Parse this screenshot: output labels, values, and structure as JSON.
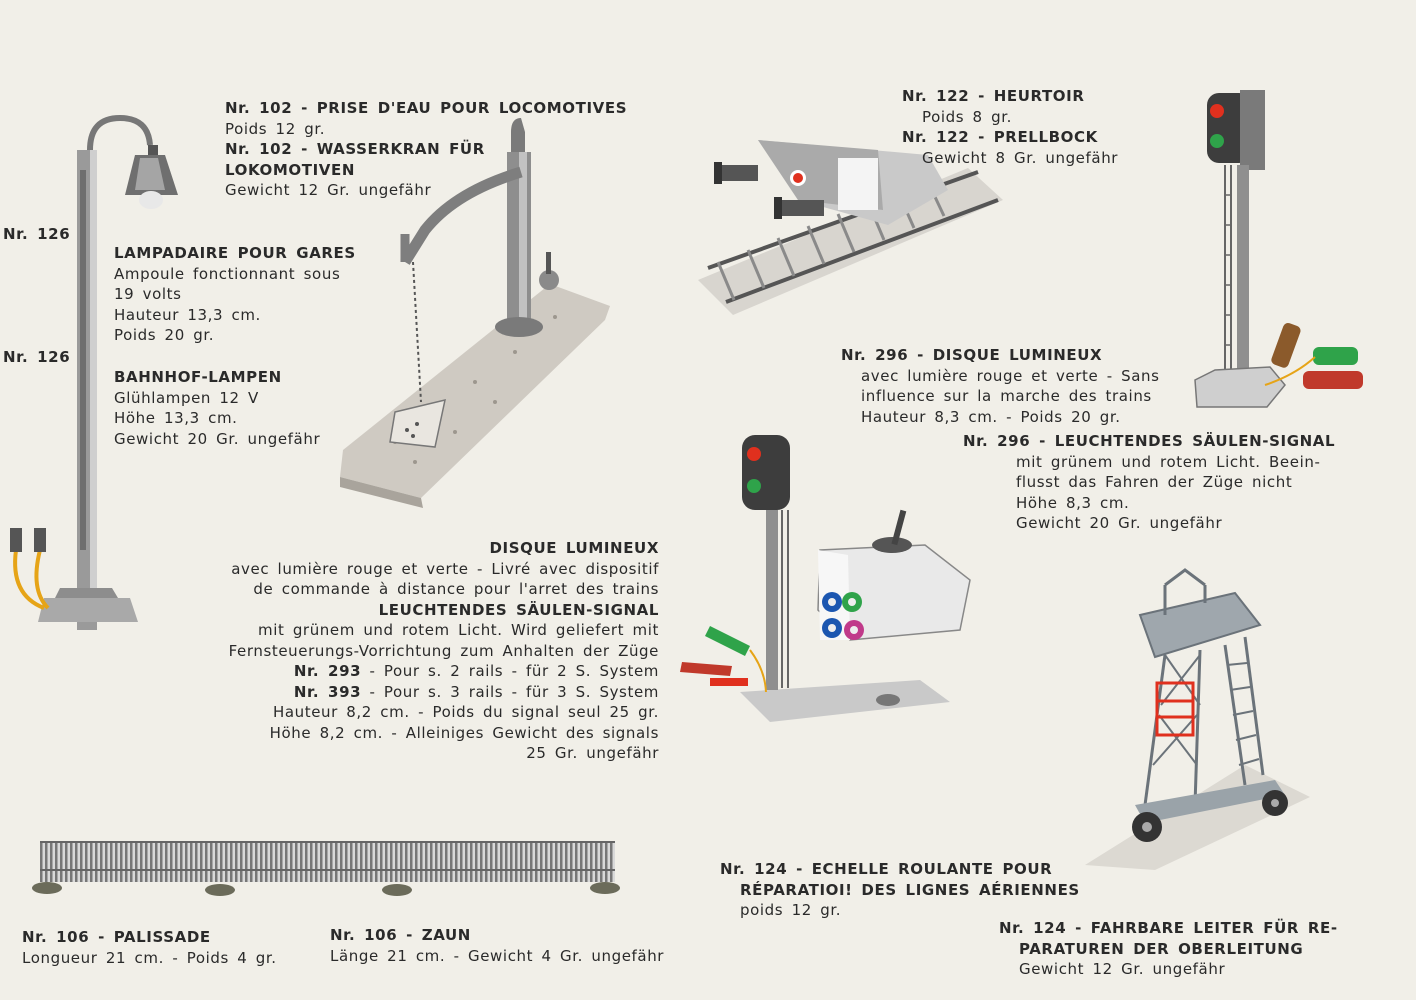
{
  "lamp": {
    "nr_a": "Nr. 126",
    "nr_b": "Nr. 126",
    "title_fr": "LAMPADAIRE POUR GARES",
    "fr_lines": [
      "Ampoule fonctionnant sous",
      "19 volts",
      "Hauteur 13,3 cm.",
      "Poids 20 gr."
    ],
    "title_de": "BAHNHOF-LAMPEN",
    "de_lines": [
      "Glühlampen 12 V",
      "Höhe 13,3 cm.",
      "Gewicht 20 Gr. ungefähr"
    ]
  },
  "water_crane": {
    "title_fr": "Nr. 102 - PRISE D'EAU POUR LOCOMOTIVES",
    "weight_fr": "Poids 12 gr.",
    "title_de_1": "Nr. 102 - WASSERKRAN FÜR",
    "title_de_2": "LOKOMOTIVEN",
    "weight_de": "Gewicht 12 Gr. ungefähr"
  },
  "buffer": {
    "title_fr": "Nr. 122 - HEURTOIR",
    "weight_fr": "Poids 8 gr.",
    "title_de": "Nr. 122 - PRELLBOCK",
    "weight_de": "Gewicht 8 Gr. ungefähr"
  },
  "signal_296": {
    "title_fr": "Nr. 296 - DISQUE LUMINEUX",
    "fr_lines": [
      "avec lumière rouge et verte - Sans",
      "influence sur la marche des trains",
      "Hauteur 8,3 cm. - Poids 20 gr."
    ],
    "title_de": "Nr. 296 - LEUCHTENDES SÄULEN-SIGNAL",
    "de_lines": [
      "mit grünem und rotem Licht. Beein-",
      "flusst das Fahren der Züge nicht",
      "Höhe 8,3 cm.",
      "Gewicht 20 Gr. ungefähr"
    ]
  },
  "signal_293": {
    "title_fr": "DISQUE LUMINEUX",
    "fr_lines": [
      "avec lumière rouge et verte - Livré avec dispositif",
      "de commande à distance pour l'arret des trains"
    ],
    "title_de": "LEUCHTENDES SÄULEN-SIGNAL",
    "de_lines": [
      "mit grünem und rotem Licht. Wird geliefert mit",
      "Fernsteuerungs-Vorrichtung zum Anhalten der Züge"
    ],
    "nr_293": "Nr. 293",
    "rest_293": "- Pour s. 2 rails - für 2 S. System",
    "nr_393": "Nr. 393",
    "rest_393": "- Pour s. 3 rails - für 3 S. System",
    "tail_lines": [
      "Hauteur 8,2 cm. - Poids du signal seul 25 gr.",
      "Höhe 8,2 cm. - Alleiniges Gewicht des signals",
      "25 Gr. ungefähr"
    ]
  },
  "fence": {
    "title_fr": "Nr. 106 - PALISSADE",
    "detail_fr": "Longueur 21 cm. - Poids 4 gr.",
    "title_de": "Nr. 106 - ZAUN",
    "detail_de": "Länge 21 cm. - Gewicht 4 Gr. ungefähr"
  },
  "ladder": {
    "title_fr_1": "Nr. 124 - ECHELLE ROULANTE POUR",
    "title_fr_2": "RÉPARATIOI! DES LIGNES AÉRIENNES",
    "weight_fr": "poids 12 gr.",
    "title_de_1": "Nr. 124 - FAHRBARE LEITER FÜR RE-",
    "title_de_2": "PARATUREN DER OBERLEITUNG",
    "weight_de": "Gewicht 12 Gr. ungefähr"
  },
  "icons": [
    "lamp-post-illustration",
    "water-crane-illustration",
    "buffer-stop-illustration",
    "signal-296-illustration",
    "signal-293-illustration",
    "fence-illustration",
    "ladder-illustration"
  ]
}
